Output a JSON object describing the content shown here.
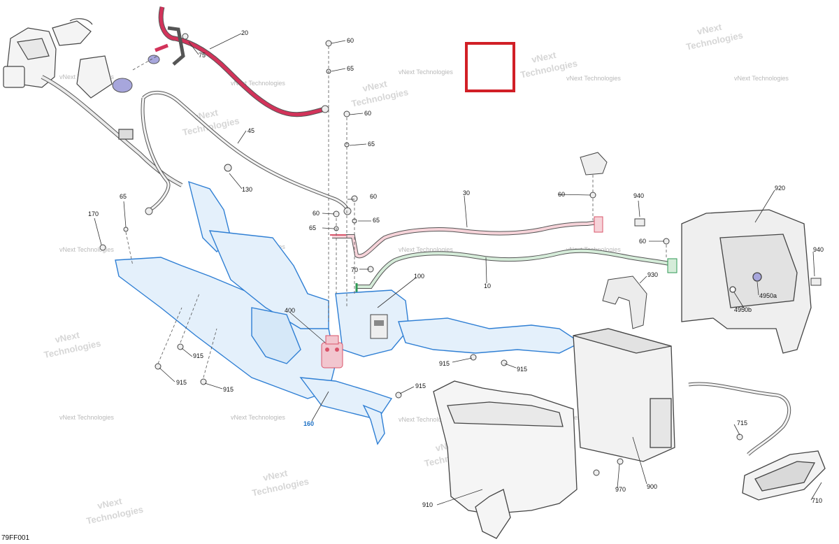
{
  "figure_id": "79FF001",
  "watermark": {
    "line1": "vNext",
    "line2": "Technologies",
    "small": "vNext Technologies"
  },
  "colors": {
    "frame_blue": "#2f7fd4",
    "cable_red": "#d2335a",
    "cable_pink": "#d9546a",
    "cable_green": "#2f9a55",
    "selection_box": "#d11f26",
    "line_grey": "#555555"
  },
  "callouts": [
    {
      "id": "20",
      "text": "20"
    },
    {
      "id": "75",
      "text": "75"
    },
    {
      "id": "60a",
      "text": "60"
    },
    {
      "id": "65a",
      "text": "65"
    },
    {
      "id": "60b",
      "text": "60"
    },
    {
      "id": "65b",
      "text": "65"
    },
    {
      "id": "45",
      "text": "45"
    },
    {
      "id": "130",
      "text": "130"
    },
    {
      "id": "65c",
      "text": "65"
    },
    {
      "id": "170",
      "text": "170"
    },
    {
      "id": "30",
      "text": "30"
    },
    {
      "id": "60c",
      "text": "60"
    },
    {
      "id": "60d",
      "text": "60"
    },
    {
      "id": "60e",
      "text": "60"
    },
    {
      "id": "65d",
      "text": "65"
    },
    {
      "id": "65e",
      "text": "65"
    },
    {
      "id": "70",
      "text": "70"
    },
    {
      "id": "100",
      "text": "100"
    },
    {
      "id": "10",
      "text": "10"
    },
    {
      "id": "940a",
      "text": "940"
    },
    {
      "id": "920",
      "text": "920"
    },
    {
      "id": "60f",
      "text": "60"
    },
    {
      "id": "940b",
      "text": "940"
    },
    {
      "id": "930",
      "text": "930"
    },
    {
      "id": "4950a",
      "text": "4950a"
    },
    {
      "id": "4950b",
      "text": "4950b"
    },
    {
      "id": "400",
      "text": "400"
    },
    {
      "id": "915a",
      "text": "915"
    },
    {
      "id": "915b",
      "text": "915"
    },
    {
      "id": "915c",
      "text": "915"
    },
    {
      "id": "915d",
      "text": "915"
    },
    {
      "id": "915e",
      "text": "915"
    },
    {
      "id": "915f",
      "text": "915"
    },
    {
      "id": "160",
      "text": "160"
    },
    {
      "id": "715",
      "text": "715"
    },
    {
      "id": "970",
      "text": "970"
    },
    {
      "id": "900",
      "text": "900"
    },
    {
      "id": "910",
      "text": "910"
    },
    {
      "id": "710",
      "text": "710"
    }
  ]
}
